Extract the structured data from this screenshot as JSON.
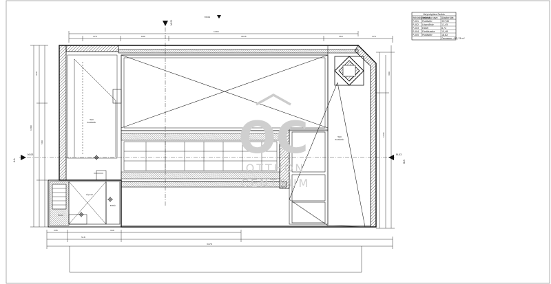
{
  "drawing": {
    "section_labels": {
      "top": "M-01",
      "left": "M-03",
      "right": "M-02"
    },
    "rooms": [
      {
        "name": "Tető",
        "sub": "Padlástér"
      },
      {
        "name": "Tető",
        "sub": "Padlástér"
      },
      {
        "name": "Lépcső",
        "sub": ""
      },
      {
        "name": "Előtér",
        "sub": ""
      },
      {
        "name": "Fürdő",
        "sub": ""
      }
    ]
  },
  "watermark": {
    "monogram": "OC",
    "line1": "OTTHON",
    "line2": "CENTRUM"
  },
  "room_table": {
    "title": "Helyiséglista Padlás",
    "headers": [
      "Helyiség száma",
      "Helyiség neve",
      "Alapterület"
    ],
    "rows": [
      [
        "P-001",
        "Padlástér",
        "357,65"
      ],
      [
        "P-002",
        "Lépcsőház",
        "11,45"
      ],
      [
        "P-003",
        "Előtér",
        "8,72"
      ],
      [
        "P-004",
        "Fürdőszoba",
        "15,48"
      ],
      [
        "P-005",
        "Padlástér",
        "18,82"
      ]
    ],
    "total": "Összesen: 412,12 m²"
  }
}
